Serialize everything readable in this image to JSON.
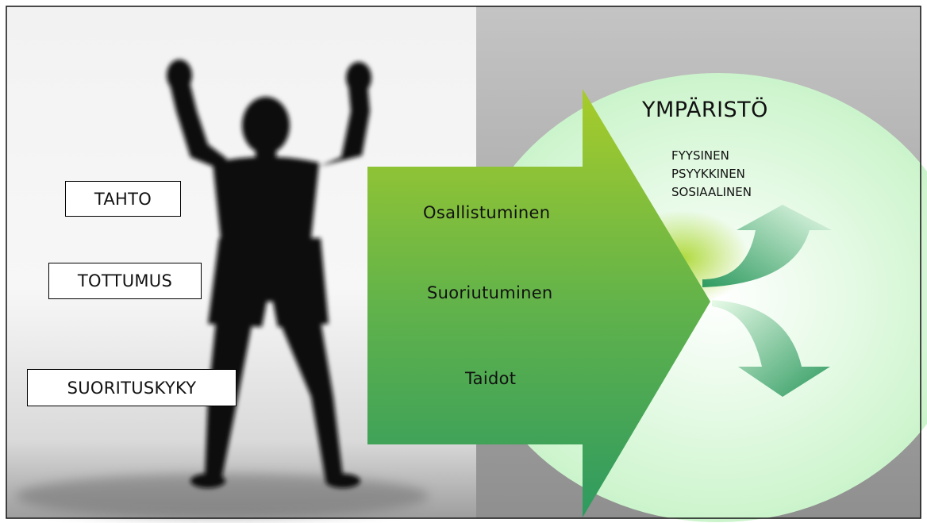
{
  "left_labels": {
    "will": "TAHTO",
    "habit": "TOTTUMUS",
    "capacity": "SUORITUSKYKY"
  },
  "arrow_items": [
    "Osallistuminen",
    "Suoriutuminen",
    "Taidot"
  ],
  "environment": {
    "title": "YMPÄRISTÖ",
    "types": [
      "FYYSINEN",
      "PSYYKKINEN",
      "SOSIAALINEN"
    ]
  },
  "colors": {
    "circle": "#c8f5c8",
    "arrow_top": "#a8cc2a",
    "arrow_bottom": "#2e9a60",
    "right_background": "#a6a6a6"
  }
}
